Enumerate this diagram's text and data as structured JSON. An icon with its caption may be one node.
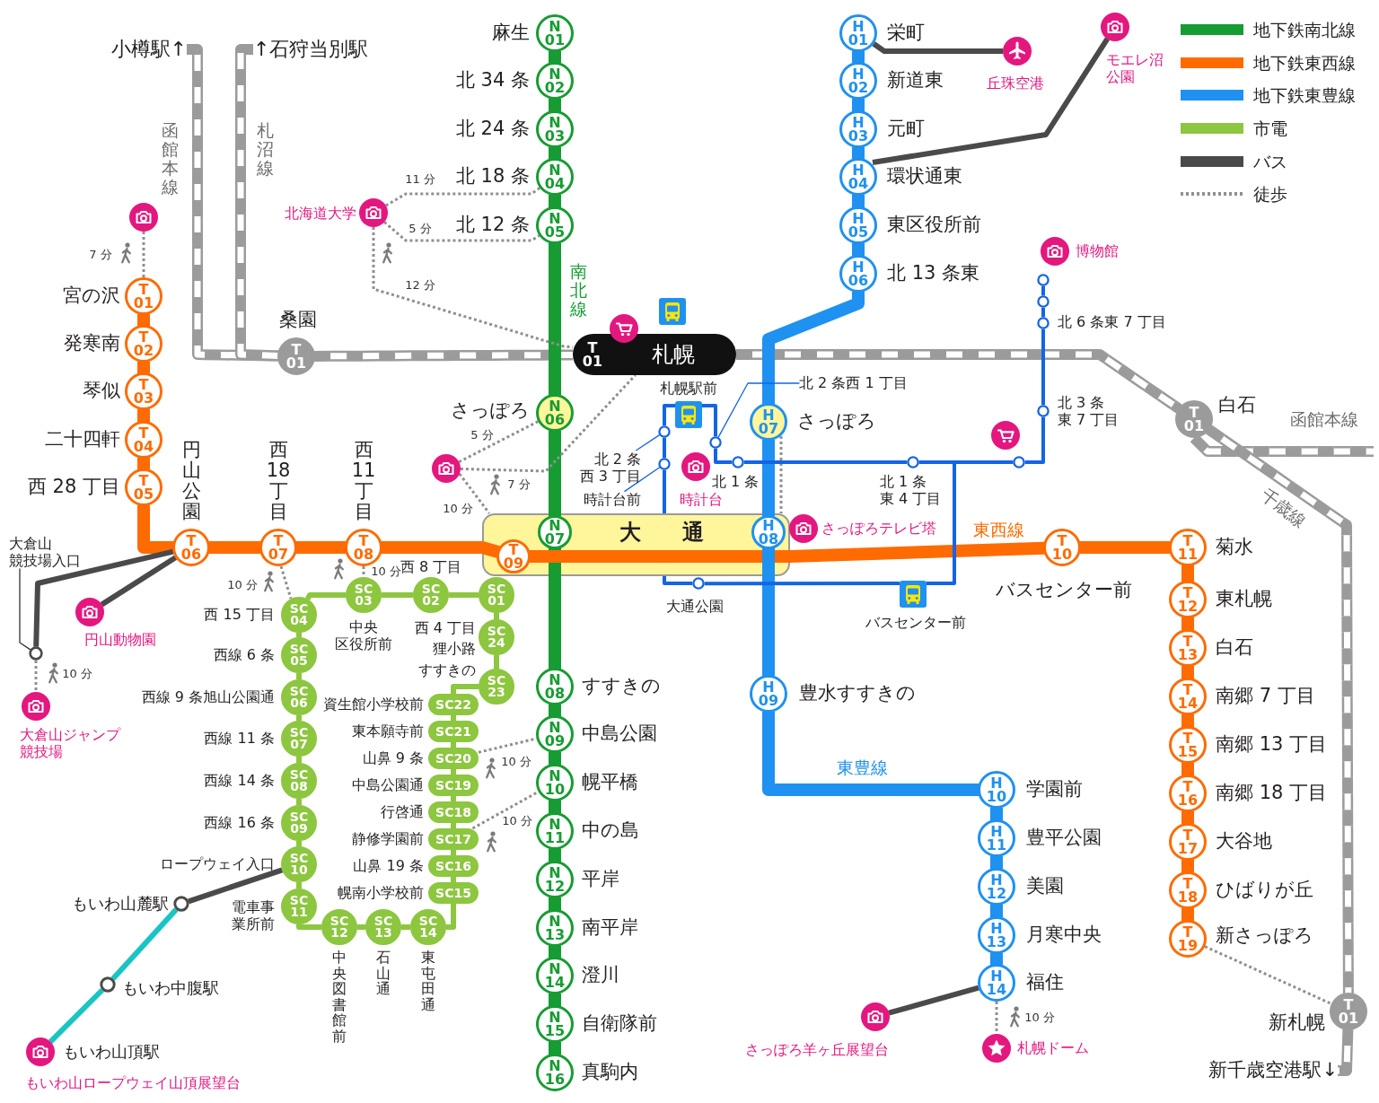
{
  "diagram": {
    "nodes": [
      {
        "text": [
          "小樽駅↑"
        ]
      },
      {
        "text": [
          "↑石狩当別駅"
        ]
      },
      {
        "text": [
          "T 01"
        ],
        "beside": [
          "桑園"
        ]
      },
      {
        "text": [
          "札幌"
        ]
      },
      {
        "text": [
          "T 01"
        ],
        "in": 3
      },
      {
        "text": [
          "T 01"
        ],
        "beside": [
          "白石"
        ]
      },
      {
        "text": [
          "T 01"
        ],
        "beside": [
          "新札幌"
        ]
      },
      {
        "text": [
          "新千歳空港駅↓"
        ]
      },
      {
        "text": [
          "大通"
        ]
      },
      {
        "text": [
          "N 01"
        ],
        "beside": [
          "麻生"
        ]
      },
      {
        "text": [
          "N 02"
        ],
        "beside": [
          "北 34 条"
        ]
      },
      {
        "text": [
          "N 03"
        ],
        "beside": [
          "北 24 条"
        ]
      },
      {
        "text": [
          "N 04"
        ],
        "beside": [
          "北 18 条"
        ]
      },
      {
        "text": [
          "N 05"
        ],
        "beside": [
          "北 12 条"
        ]
      },
      {
        "text": [
          "N 06"
        ],
        "beside": [
          "さっぽろ"
        ]
      },
      {
        "text": [
          "N 07"
        ],
        "in": 8
      },
      {
        "text": [
          "N 08"
        ],
        "beside": [
          "すすきの"
        ]
      },
      {
        "text": [
          "N 09"
        ],
        "beside": [
          "中島公園"
        ]
      },
      {
        "text": [
          "N 10"
        ],
        "beside": [
          "幌平橋"
        ]
      },
      {
        "text": [
          "N 11"
        ],
        "beside": [
          "中の島"
        ]
      },
      {
        "text": [
          "N 12"
        ],
        "beside": [
          "平岸"
        ]
      },
      {
        "text": [
          "N 13"
        ],
        "beside": [
          "南平岸"
        ]
      },
      {
        "text": [
          "N 14"
        ],
        "beside": [
          "澄川"
        ]
      },
      {
        "text": [
          "N 15"
        ],
        "beside": [
          "自衛隊前"
        ]
      },
      {
        "text": [
          "N 16"
        ],
        "beside": [
          "真駒内"
        ]
      },
      {
        "text": [
          "T 01"
        ],
        "beside": [
          "宮の沢"
        ]
      },
      {
        "text": [
          "T 02"
        ],
        "beside": [
          "発寒南"
        ]
      },
      {
        "text": [
          "T 03"
        ],
        "beside": [
          "琴似"
        ]
      },
      {
        "text": [
          "T 04"
        ],
        "beside": [
          "二十四軒"
        ]
      },
      {
        "text": [
          "T 05"
        ],
        "beside": [
          "西 28 丁目"
        ]
      },
      {
        "text": [
          "T 06"
        ],
        "beside": [
          "円山公園"
        ]
      },
      {
        "text": [
          "T 07"
        ],
        "beside": [
          "西 18 丁目"
        ]
      },
      {
        "text": [
          "T 08"
        ],
        "beside": [
          "西 11 丁目"
        ]
      },
      {
        "text": [
          "T 09"
        ],
        "in": 8
      },
      {
        "text": [
          "T 10"
        ],
        "beside": [
          "バスセンター前"
        ]
      },
      {
        "text": [
          "T 11"
        ],
        "beside": [
          "菊水"
        ]
      },
      {
        "text": [
          "T 12"
        ],
        "beside": [
          "東札幌"
        ]
      },
      {
        "text": [
          "T 13"
        ],
        "beside": [
          "白石"
        ]
      },
      {
        "text": [
          "T 14"
        ],
        "beside": [
          "南郷 7 丁目"
        ]
      },
      {
        "text": [
          "T 15"
        ],
        "beside": [
          "南郷 13 丁目"
        ]
      },
      {
        "text": [
          "T 16"
        ],
        "beside": [
          "南郷 18 丁目"
        ]
      },
      {
        "text": [
          "T 17"
        ],
        "beside": [
          "大谷地"
        ]
      },
      {
        "text": [
          "T 18"
        ],
        "beside": [
          "ひばりが丘"
        ]
      },
      {
        "text": [
          "T 19"
        ],
        "beside": [
          "新さっぽろ"
        ]
      },
      {
        "text": [
          "H 01"
        ],
        "beside": [
          "栄町"
        ]
      },
      {
        "text": [
          "H 02"
        ],
        "beside": [
          "新道東"
        ]
      },
      {
        "text": [
          "H 03"
        ],
        "beside": [
          "元町"
        ]
      },
      {
        "text": [
          "H 04"
        ],
        "beside": [
          "環状通東"
        ]
      },
      {
        "text": [
          "H 05"
        ],
        "beside": [
          "東区役所前"
        ]
      },
      {
        "text": [
          "H 06"
        ],
        "beside": [
          "北 13 条東"
        ]
      },
      {
        "text": [
          "H 07"
        ],
        "beside": [
          "さっぽろ"
        ]
      },
      {
        "text": [
          "H 08"
        ],
        "in": 8
      },
      {
        "text": [
          "H 09"
        ],
        "beside": [
          "豊水すすきの"
        ]
      },
      {
        "text": [
          "H 10"
        ],
        "beside": [
          "学園前"
        ]
      },
      {
        "text": [
          "H 11"
        ],
        "beside": [
          "豊平公園"
        ]
      },
      {
        "text": [
          "H 12"
        ],
        "beside": [
          "美園"
        ]
      },
      {
        "text": [
          "H 13"
        ],
        "beside": [
          "月寒中央"
        ]
      },
      {
        "text": [
          "H 14"
        ],
        "beside": [
          "福住"
        ]
      },
      {
        "text": [
          "SC 01"
        ],
        "beside": [
          "西 4 丁目"
        ]
      },
      {
        "text": [
          "SC 02"
        ],
        "beside": [
          "西 8 丁目"
        ]
      },
      {
        "text": [
          "SC 03"
        ],
        "beside": [
          "中央区役所前"
        ]
      },
      {
        "text": [
          "SC 04"
        ],
        "beside": [
          "西 15 丁目"
        ]
      },
      {
        "text": [
          "SC 05"
        ],
        "beside": [
          "西線 6 条"
        ]
      },
      {
        "text": [
          "SC 06"
        ],
        "beside": [
          "西線 9 条旭山公園通"
        ]
      },
      {
        "text": [
          "SC 07"
        ],
        "beside": [
          "西線 11 条"
        ]
      },
      {
        "text": [
          "SC 08"
        ],
        "beside": [
          "西線 14 条"
        ]
      },
      {
        "text": [
          "SC 09"
        ],
        "beside": [
          "西線 16 条"
        ]
      },
      {
        "text": [
          "SC 10"
        ],
        "beside": [
          "ロープウェイ入口"
        ]
      },
      {
        "text": [
          "SC 11"
        ],
        "beside": [
          "電車事業所前"
        ]
      },
      {
        "text": [
          "SC 12"
        ],
        "beside": [
          "中央図書館前"
        ]
      },
      {
        "text": [
          "SC 13"
        ],
        "beside": [
          "石山通"
        ]
      },
      {
        "text": [
          "SC 14"
        ],
        "beside": [
          "東屯田通"
        ]
      },
      {
        "text": [
          "SC15"
        ],
        "beside": [
          "幌南小学校前"
        ]
      },
      {
        "text": [
          "SC16"
        ],
        "beside": [
          "山鼻 19 条"
        ]
      },
      {
        "text": [
          "SC17"
        ],
        "beside": [
          "静修学園前"
        ]
      },
      {
        "text": [
          "SC18"
        ],
        "beside": [
          "行啓通"
        ]
      },
      {
        "text": [
          "SC19"
        ],
        "beside": [
          "中島公園通"
        ]
      },
      {
        "text": [
          "SC20"
        ],
        "beside": [
          "山鼻 9 条"
        ]
      },
      {
        "text": [
          "SC21"
        ],
        "beside": [
          "東本願寺前"
        ]
      },
      {
        "text": [
          "SC22"
        ],
        "beside": [
          "資生館小学校前"
        ]
      },
      {
        "text": [
          "SC 23"
        ],
        "beside": [
          "すすきの"
        ]
      },
      {
        "text": [
          "SC 24"
        ],
        "beside": [
          "狸小路"
        ]
      },
      {
        "text": [],
        "shape": "circle"
      },
      {
        "text": [],
        "shape": "circle",
        "beside": [
          "北海道大学"
        ]
      },
      {
        "text": [],
        "shape": "circle"
      },
      {
        "text": [],
        "shape": "circle",
        "beside": [
          "時計台"
        ]
      },
      {
        "text": [],
        "shape": "circle",
        "beside": [
          "さっぽろテレビ塔"
        ]
      },
      {
        "text": [],
        "shape": "circle",
        "beside": [
          "円山動物園"
        ]
      },
      {
        "text": [],
        "shape": "circle",
        "beside": [
          "大倉山ジャンプ競技場"
        ]
      },
      {
        "text": [],
        "shape": "circle",
        "beside": [
          "もいわ山頂駅",
          "もいわ山ロープウェイ山頂展望台"
        ]
      },
      {
        "text": [],
        "shape": "circle",
        "beside": [
          "丘珠空港"
        ]
      },
      {
        "text": [],
        "shape": "circle",
        "beside": [
          "モエレ沼公園"
        ]
      },
      {
        "text": [],
        "shape": "circle",
        "beside": [
          "博物館"
        ]
      },
      {
        "text": [],
        "shape": "circle",
        "beside": [
          "さっぽろ羊ヶ丘展望台"
        ]
      },
      {
        "text": [],
        "shape": "circle",
        "beside": [
          "札幌ドーム"
        ]
      },
      {
        "text": [
          "大倉山競技場入口"
        ]
      },
      {
        "text": [],
        "shape": "circle"
      },
      {
        "text": [],
        "shape": "circle",
        "beside": [
          "もいわ山麓駅"
        ]
      },
      {
        "text": [],
        "shape": "circle",
        "beside": [
          "もいわ中腹駅"
        ]
      },
      {
        "text": [],
        "shape": "picture",
        "beside": [
          "札幌駅前"
        ]
      },
      {
        "text": [
          "北 2 条西 3 丁目"
        ]
      },
      {
        "text": [],
        "shape": "circle"
      },
      {
        "text": [
          "時計台前"
        ]
      },
      {
        "text": [],
        "shape": "circle"
      },
      {
        "text": [
          "北 2 条西 1 丁目"
        ]
      },
      {
        "text": [],
        "shape": "circle"
      },
      {
        "text": [],
        "shape": "circle",
        "beside": [
          "北 1 条"
        ]
      },
      {
        "text": [],
        "shape": "circle",
        "beside": [
          "北 1 条東 4 丁目"
        ]
      },
      {
        "text": [],
        "shape": "circle"
      },
      {
        "text": [],
        "shape": "circle",
        "beside": [
          "北 3 条東 7 丁目"
        ]
      },
      {
        "text": [],
        "shape": "circle",
        "beside": [
          "北 6 条東 7 丁目"
        ]
      },
      {
        "text": [],
        "shape": "circle"
      },
      {
        "text": [],
        "shape": "circle"
      },
      {
        "text": [],
        "shape": "circle",
        "beside": [
          "大通公園"
        ]
      },
      {
        "text": [],
        "shape": "picture",
        "beside": [
          "バスセンター前"
        ]
      }
    ],
    "edges": [
      {
        "from": 0,
        "to": 2,
        "arrow": "none",
        "style": "dashed",
        "color": "#9b9b9b"
      },
      {
        "from": 1,
        "to": 2,
        "arrow": "none",
        "style": "dashed",
        "color": "#9b9b9b"
      },
      {
        "from": 2,
        "to": 3,
        "arrow": "none",
        "style": "dashed",
        "color": "#9b9b9b"
      },
      {
        "from": 3,
        "to": 5,
        "arrow": "none",
        "style": "dashed",
        "color": "#9b9b9b"
      },
      {
        "from": 5,
        "to": null,
        "arrow": "none",
        "style": "dashed",
        "color": "#9b9b9b"
      },
      {
        "from": 5,
        "to": 6,
        "arrow": "none",
        "style": "dashed",
        "color": "#9b9b9b"
      },
      {
        "from": 6,
        "to": 7,
        "arrow": "none",
        "style": "dashed",
        "color": "#9b9b9b"
      },
      {
        "from": 9,
        "to": 10,
        "arrow": "none",
        "style": "thick",
        "color": "#169c33"
      },
      {
        "from": 10,
        "to": 11,
        "arrow": "none",
        "style": "thick",
        "color": "#169c33"
      },
      {
        "from": 11,
        "to": 12,
        "arrow": "none",
        "style": "thick",
        "color": "#169c33"
      },
      {
        "from": 12,
        "to": 13,
        "arrow": "none",
        "style": "thick",
        "color": "#169c33"
      },
      {
        "from": 13,
        "to": 14,
        "arrow": "none",
        "style": "thick",
        "color": "#169c33"
      },
      {
        "from": 14,
        "to": 15,
        "arrow": "none",
        "style": "thick",
        "color": "#169c33"
      },
      {
        "from": 15,
        "to": 16,
        "arrow": "none",
        "style": "thick",
        "color": "#169c33"
      },
      {
        "from": 16,
        "to": 17,
        "arrow": "none",
        "style": "thick",
        "color": "#169c33"
      },
      {
        "from": 17,
        "to": 18,
        "arrow": "none",
        "style": "thick",
        "color": "#169c33"
      },
      {
        "from": 18,
        "to": 19,
        "arrow": "none",
        "style": "thick",
        "color": "#169c33"
      },
      {
        "from": 19,
        "to": 20,
        "arrow": "none",
        "style": "thick",
        "color": "#169c33"
      },
      {
        "from": 20,
        "to": 21,
        "arrow": "none",
        "style": "thick",
        "color": "#169c33"
      },
      {
        "from": 21,
        "to": 22,
        "arrow": "none",
        "style": "thick",
        "color": "#169c33"
      },
      {
        "from": 22,
        "to": 23,
        "arrow": "none",
        "style": "thick",
        "color": "#169c33"
      },
      {
        "from": 23,
        "to": 24,
        "arrow": "none",
        "style": "thick",
        "color": "#169c33"
      },
      {
        "from": 25,
        "to": 26,
        "arrow": "none",
        "style": "thick",
        "color": "#ff6b00"
      },
      {
        "from": 26,
        "to": 27,
        "arrow": "none",
        "style": "thick",
        "color": "#ff6b00"
      },
      {
        "from": 27,
        "to": 28,
        "arrow": "none",
        "style": "thick",
        "color": "#ff6b00"
      },
      {
        "from": 28,
        "to": 29,
        "arrow": "none",
        "style": "thick",
        "color": "#ff6b00"
      },
      {
        "from": 29,
        "to": 30,
        "arrow": "none",
        "style": "thick",
        "color": "#ff6b00"
      },
      {
        "from": 30,
        "to": 31,
        "arrow": "none",
        "style": "thick",
        "color": "#ff6b00"
      },
      {
        "from": 31,
        "to": 32,
        "arrow": "none",
        "style": "thick",
        "color": "#ff6b00"
      },
      {
        "from": 32,
        "to": 33,
        "arrow": "none",
        "style": "thick",
        "color": "#ff6b00"
      },
      {
        "from": 33,
        "to": 34,
        "arrow": "none",
        "style": "thick",
        "color": "#ff6b00"
      },
      {
        "from": 34,
        "to": 35,
        "arrow": "none",
        "style": "thick",
        "color": "#ff6b00"
      },
      {
        "from": 35,
        "to": 36,
        "arrow": "none",
        "style": "thick",
        "color": "#ff6b00"
      },
      {
        "from": 36,
        "to": 37,
        "arrow": "none",
        "style": "thick",
        "color": "#ff6b00"
      },
      {
        "from": 37,
        "to": 38,
        "arrow": "none",
        "style": "thick",
        "color": "#ff6b00"
      },
      {
        "from": 38,
        "to": 39,
        "arrow": "none",
        "style": "thick",
        "color": "#ff6b00"
      },
      {
        "from": 39,
        "to": 40,
        "arrow": "none",
        "style": "thick",
        "color": "#ff6b00"
      },
      {
        "from": 40,
        "to": 41,
        "arrow": "none",
        "style": "thick",
        "color": "#ff6b00"
      },
      {
        "from": 41,
        "to": 42,
        "arrow": "none",
        "style": "thick",
        "color": "#ff6b00"
      },
      {
        "from": 42,
        "to": 43,
        "arrow": "none",
        "style": "thick",
        "color": "#ff6b00"
      },
      {
        "from": 44,
        "to": 45,
        "arrow": "none",
        "style": "thick",
        "color": "#1f91f0"
      },
      {
        "from": 45,
        "to": 46,
        "arrow": "none",
        "style": "thick",
        "color": "#1f91f0"
      },
      {
        "from": 46,
        "to": 47,
        "arrow": "none",
        "style": "thick",
        "color": "#1f91f0"
      },
      {
        "from": 47,
        "to": 48,
        "arrow": "none",
        "style": "thick",
        "color": "#1f91f0"
      },
      {
        "from": 48,
        "to": 49,
        "arrow": "none",
        "style": "thick",
        "color": "#1f91f0"
      },
      {
        "from": 49,
        "to": 50,
        "arrow": "none",
        "style": "thick",
        "color": "#1f91f0"
      },
      {
        "from": 50,
        "to": 51,
        "arrow": "none",
        "style": "thick",
        "color": "#1f91f0"
      },
      {
        "from": 51,
        "to": 52,
        "arrow": "none",
        "style": "thick",
        "color": "#1f91f0"
      },
      {
        "from": 52,
        "to": 53,
        "arrow": "none",
        "style": "thick",
        "color": "#1f91f0"
      },
      {
        "from": 53,
        "to": 54,
        "arrow": "none",
        "style": "thick",
        "color": "#1f91f0"
      },
      {
        "from": 54,
        "to": 55,
        "arrow": "none",
        "style": "thick",
        "color": "#1f91f0"
      },
      {
        "from": 55,
        "to": 56,
        "arrow": "none",
        "style": "thick",
        "color": "#1f91f0"
      },
      {
        "from": 56,
        "to": 57,
        "arrow": "none",
        "style": "thick",
        "color": "#1f91f0"
      },
      {
        "from": 58,
        "to": 59,
        "arrow": "none",
        "color": "#8dc63f"
      },
      {
        "from": 59,
        "to": 60,
        "arrow": "none",
        "color": "#8dc63f"
      },
      {
        "from": 60,
        "to": 61,
        "arrow": "none",
        "color": "#8dc63f"
      },
      {
        "from": 61,
        "to": 62,
        "arrow": "none",
        "color": "#8dc63f"
      },
      {
        "from": 62,
        "to": 63,
        "arrow": "none",
        "color": "#8dc63f"
      },
      {
        "from": 63,
        "to": 64,
        "arrow": "none",
        "color": "#8dc63f"
      },
      {
        "from": 64,
        "to": 65,
        "arrow": "none",
        "color": "#8dc63f"
      },
      {
        "from": 65,
        "to": 66,
        "arrow": "none",
        "color": "#8dc63f"
      },
      {
        "from": 66,
        "to": 67,
        "arrow": "none",
        "color": "#8dc63f"
      },
      {
        "from": 67,
        "to": 68,
        "arrow": "none",
        "color": "#8dc63f"
      },
      {
        "from": 68,
        "to": 69,
        "arrow": "none",
        "color": "#8dc63f"
      },
      {
        "from": 69,
        "to": 70,
        "arrow": "none",
        "color": "#8dc63f"
      },
      {
        "from": 70,
        "to": 71,
        "arrow": "none",
        "color": "#8dc63f"
      },
      {
        "from": 71,
        "to": 72,
        "arrow": "none",
        "color": "#8dc63f"
      },
      {
        "from": 72,
        "to": 73,
        "arrow": "none",
        "color": "#8dc63f"
      },
      {
        "from": 73,
        "to": 74,
        "arrow": "none",
        "color": "#8dc63f"
      },
      {
        "from": 74,
        "to": 75,
        "arrow": "none",
        "color": "#8dc63f"
      },
      {
        "from": 75,
        "to": 76,
        "arrow": "none",
        "color": "#8dc63f"
      },
      {
        "from": 76,
        "to": 77,
        "arrow": "none",
        "color": "#8dc63f"
      },
      {
        "from": 77,
        "to": 78,
        "arrow": "none",
        "color": "#8dc63f"
      },
      {
        "from": 78,
        "to": 79,
        "arrow": "none",
        "color": "#8dc63f"
      },
      {
        "from": 79,
        "to": 80,
        "arrow": "none",
        "color": "#8dc63f"
      },
      {
        "from": 80,
        "to": 81,
        "arrow": "none",
        "color": "#8dc63f"
      },
      {
        "from": 81,
        "to": 58,
        "arrow": "none",
        "color": "#8dc63f"
      },
      {
        "from": 82,
        "to": 25,
        "arrow": "none",
        "style": "dashed",
        "color": "#8f8f8f",
        "label": "7 分"
      },
      {
        "from": 83,
        "to": 12,
        "arrow": "none",
        "style": "dashed",
        "color": "#8f8f8f",
        "label": "11 分"
      },
      {
        "from": 83,
        "to": 13,
        "arrow": "none",
        "style": "dashed",
        "color": "#8f8f8f",
        "label": "5 分"
      },
      {
        "from": 83,
        "to": 3,
        "arrow": "none",
        "style": "dashed",
        "color": "#8f8f8f",
        "label": "12 分"
      },
      {
        "from": 84,
        "to": 14,
        "arrow": "none",
        "style": "dashed",
        "color": "#8f8f8f",
        "label": "5 分"
      },
      {
        "from": 84,
        "to": 3,
        "arrow": "none",
        "style": "dashed",
        "color": "#8f8f8f",
        "label": "7 分"
      },
      {
        "from": 84,
        "to": 8,
        "arrow": "none",
        "style": "dashed",
        "color": "#8f8f8f",
        "label": "10 分"
      },
      {
        "from": 50,
        "to": 8,
        "arrow": "none",
        "style": "dashed",
        "color": "#8f8f8f"
      },
      {
        "from": 31,
        "to": 61,
        "arrow": "none",
        "style": "dashed",
        "color": "#8f8f8f",
        "label": "10 分"
      },
      {
        "from": 32,
        "to": 60,
        "arrow": "none",
        "style": "dashed",
        "color": "#8f8f8f",
        "label": "10 分"
      },
      {
        "from": 77,
        "to": 17,
        "arrow": "none",
        "style": "dashed",
        "color": "#8f8f8f",
        "label": "10 分"
      },
      {
        "from": 74,
        "to": 18,
        "arrow": "none",
        "style": "dashed",
        "color": "#8f8f8f",
        "label": "10 分"
      },
      {
        "from": 96,
        "to": 88,
        "arrow": "none",
        "style": "dashed",
        "color": "#8f8f8f",
        "label": "10 分"
      },
      {
        "from": 57,
        "to": 94,
        "arrow": "none",
        "style": "dashed",
        "color": "#8f8f8f",
        "label": "10 分"
      },
      {
        "from": 43,
        "to": 6,
        "arrow": "none",
        "style": "dashed",
        "color": "#8f8f8f"
      },
      {
        "from": 44,
        "to": 90,
        "arrow": "none",
        "color": "#4a4a4a"
      },
      {
        "from": 47,
        "to": 91,
        "arrow": "none",
        "color": "#4a4a4a"
      },
      {
        "from": 30,
        "to": 96,
        "arrow": "none",
        "color": "#4a4a4a"
      },
      {
        "from": 30,
        "to": 87,
        "arrow": "none",
        "color": "#4a4a4a"
      },
      {
        "from": 67,
        "to": 97,
        "arrow": "none",
        "color": "#4a4a4a"
      },
      {
        "from": 57,
        "to": 93,
        "arrow": "none",
        "color": "#4a4a4a"
      },
      {
        "from": 97,
        "to": 98,
        "arrow": "none",
        "color": "#19c4c4"
      },
      {
        "from": 98,
        "to": 89,
        "arrow": "none",
        "color": "#19c4c4"
      },
      {
        "from": 99,
        "to": 101,
        "arrow": "none",
        "color": "#1464e6"
      },
      {
        "from": 101,
        "to": 103,
        "arrow": "none",
        "color": "#1464e6"
      },
      {
        "from": 103,
        "to": 113,
        "arrow": "none",
        "color": "#1464e6"
      },
      {
        "from": 113,
        "to": 114,
        "arrow": "none",
        "color": "#1464e6"
      },
      {
        "from": 114,
        "to": 107,
        "arrow": "none",
        "color": "#1464e6"
      },
      {
        "from": 114,
        "to": 108,
        "arrow": "none",
        "color": "#1464e6"
      },
      {
        "from": 99,
        "to": 105,
        "arrow": "none",
        "color": "#1464e6"
      },
      {
        "from": 105,
        "to": 106,
        "arrow": "none",
        "color": "#1464e6"
      },
      {
        "from": 106,
        "to": 107,
        "arrow": "none",
        "color": "#1464e6"
      },
      {
        "from": 107,
        "to": 108,
        "arrow": "none",
        "color": "#1464e6"
      },
      {
        "from": 108,
        "to": 109,
        "arrow": "none",
        "color": "#1464e6"
      },
      {
        "from": 109,
        "to": 110,
        "arrow": "none",
        "color": "#1464e6"
      },
      {
        "from": 110,
        "to": 111,
        "arrow": "none",
        "color": "#1464e6"
      },
      {
        "from": 111,
        "to": 112,
        "arrow": "none",
        "color": "#1464e6"
      },
      {
        "from": 95,
        "to": 96,
        "arrow": "none",
        "color": "#333333"
      },
      {
        "from": 100,
        "to": 101,
        "arrow": "none",
        "color": "#1464e6"
      },
      {
        "from": 102,
        "to": 103,
        "arrow": "none",
        "color": "#1464e6"
      },
      {
        "from": 104,
        "to": 105,
        "arrow": "none",
        "color": "#1464e6"
      }
    ],
    "labels": [
      "函館本線",
      "札沼線",
      "南北線",
      "函館本線",
      "千歳線",
      "東西線",
      "東豊線"
    ],
    "legend": [
      {
        "text": "地下鉄南北線",
        "color": "#169c33"
      },
      {
        "text": "地下鉄東西線",
        "color": "#ff6b00"
      },
      {
        "text": "地下鉄東豊線",
        "color": "#1f91f0"
      },
      {
        "text": "市電",
        "color": "#8dc63f"
      },
      {
        "text": "バス",
        "color": "#4a4a4a"
      },
      {
        "text": "徒歩"
      }
    ]
  }
}
